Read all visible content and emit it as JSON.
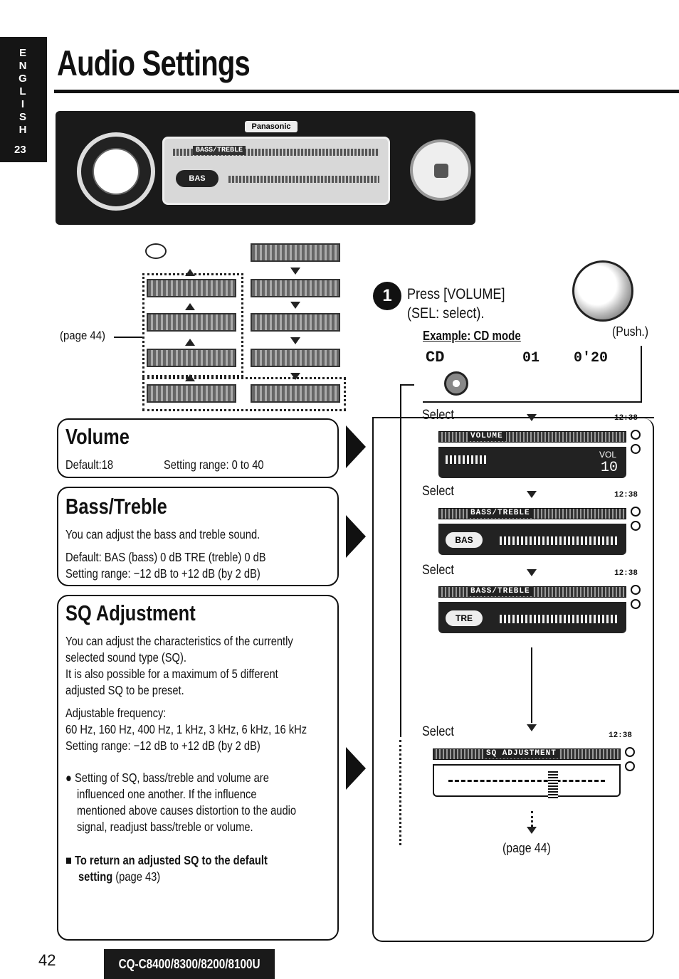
{
  "sidebar": {
    "letters": [
      "E",
      "N",
      "G",
      "L",
      "I",
      "S",
      "H"
    ],
    "page_ref": "23"
  },
  "page_title": "Audio Settings",
  "head_unit": {
    "brand": "Panasonic",
    "screen_label": "BASS/TREBLE",
    "screen_pill": "BAS"
  },
  "flow": {
    "page_ref": "(page 44)"
  },
  "volume": {
    "heading": "Volume",
    "default": "Default:18",
    "range": "Setting range: 0 to 40"
  },
  "bass_treble": {
    "heading": "Bass/Treble",
    "line1": "You can adjust the bass and treble sound.",
    "line2": "Default: BAS (bass) 0 dB   TRE (treble) 0 dB",
    "line3": "Setting range: −12 dB to +12 dB (by 2 dB)"
  },
  "sq": {
    "heading": "SQ Adjustment",
    "p1a": "You can adjust the characteristics of the currently",
    "p1b": "selected sound type (SQ).",
    "p1c": "It is also possible for a maximum of 5 different",
    "p1d": "adjusted SQ to be preset.",
    "p2a": "Adjustable frequency:",
    "p2b": "60 Hz, 160 Hz, 400 Hz, 1 kHz, 3 kHz, 6 kHz, 16 kHz",
    "p2c": "Setting range: −12 dB to +12 dB (by 2 dB)",
    "b1": "● Setting of SQ, bass/treble and volume are",
    "b2": "influenced one another. If the influence",
    "b3": "mentioned above causes distortion to the audio",
    "b4": "signal, readjust bass/treble or volume.",
    "r1": "■ To return an adjusted SQ to the default",
    "r2": "setting",
    "r2b": " (page 43)"
  },
  "step": {
    "number": "1",
    "line1": "Press [VOLUME]",
    "line2": "(SEL: select).",
    "push": "(Push.)",
    "example": "Example: CD mode"
  },
  "displays": {
    "cd": {
      "mode": "CD",
      "track": "01",
      "time": "0'20"
    },
    "volume": {
      "label": "VOLUME",
      "vol_label": "VOL",
      "vol_value": "10"
    },
    "bass": {
      "label": "BASS/TREBLE",
      "pill": "BAS"
    },
    "treble": {
      "label": "BASS/TREBLE",
      "pill": "TRE"
    },
    "sq": {
      "label": "SQ ADJUSTMENT"
    },
    "clock": "12:38"
  },
  "selects": [
    "Select",
    "Select",
    "Select",
    "Select"
  ],
  "bottom_ref": "(page 44)",
  "footer": {
    "page_number": "42",
    "model": "CQ-C8400/8300/8200/8100U"
  }
}
